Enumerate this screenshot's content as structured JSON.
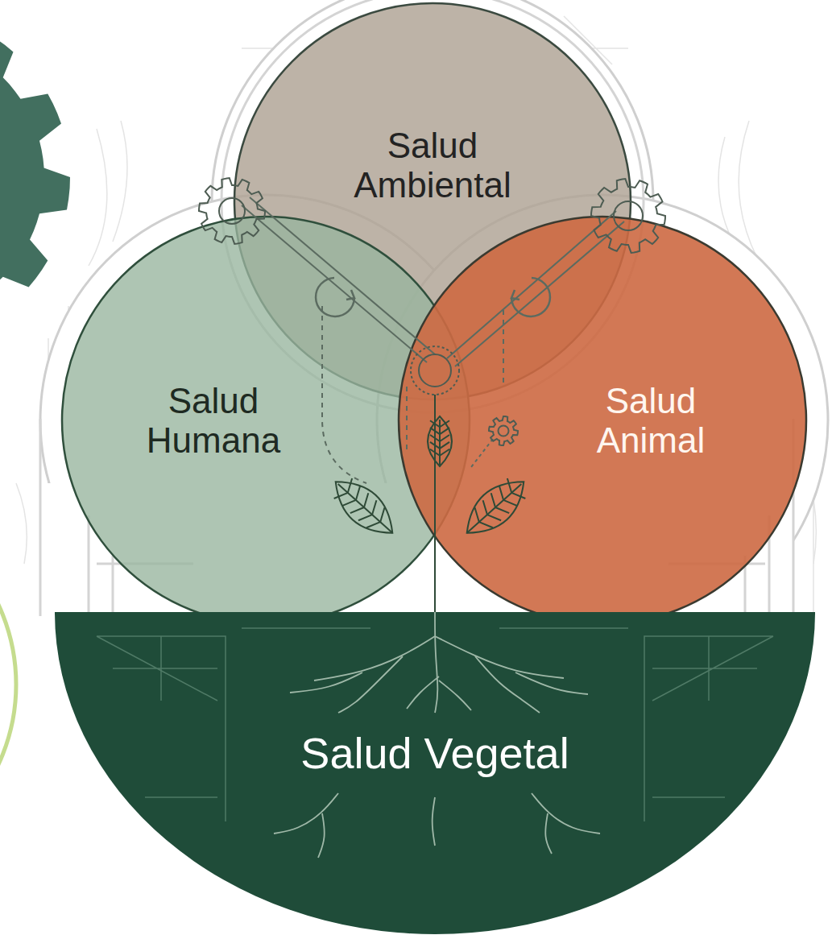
{
  "diagram": {
    "nodes": [
      {
        "text": [
          "Salud Ambiental"
        ]
      },
      {
        "text": [
          "Salud Humana"
        ]
      },
      {
        "text": [
          "Salud Animal"
        ]
      },
      {
        "text": [
          "Salud Vegetal"
        ]
      }
    ]
  }
}
